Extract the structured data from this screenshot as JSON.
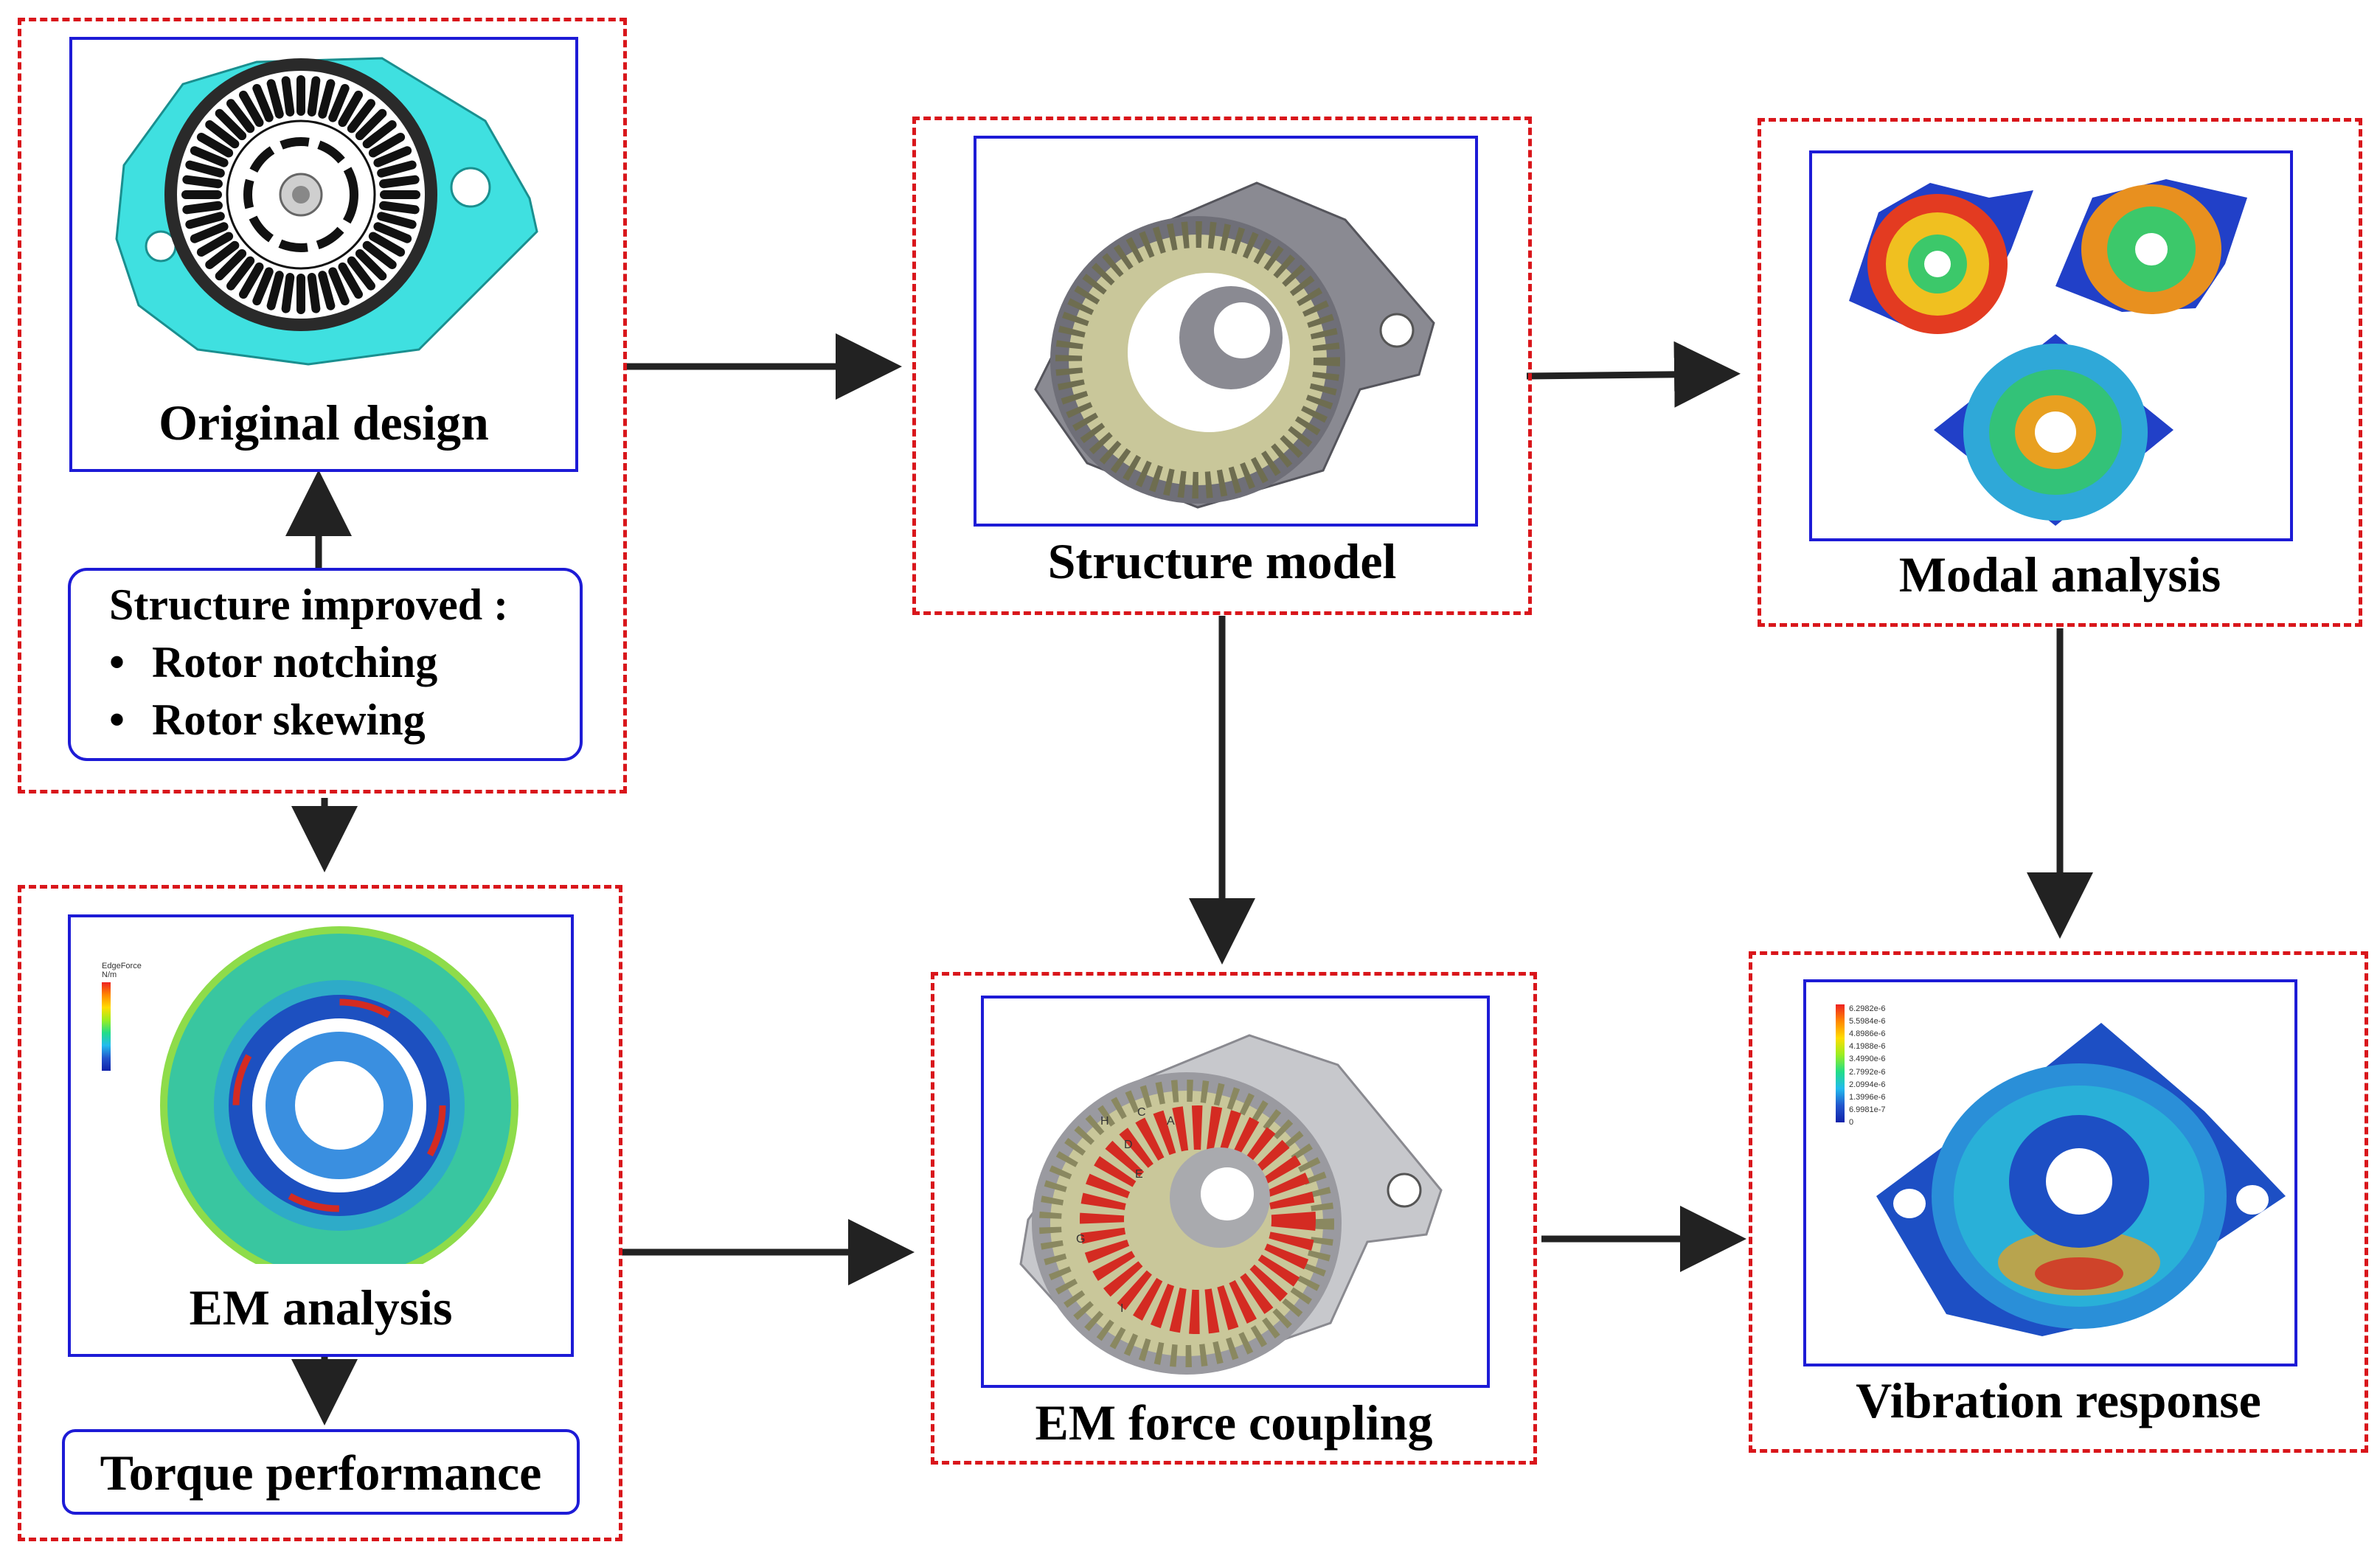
{
  "boxes": {
    "original_design": {
      "title": "Original design"
    },
    "structure_improved": {
      "title": "Structure improved :",
      "items": [
        "Rotor notching",
        "Rotor skewing"
      ]
    },
    "em_analysis": {
      "title": "EM analysis"
    },
    "torque_performance": {
      "title": "Torque performance"
    },
    "structure_model": {
      "title": "Structure model"
    },
    "em_force_coupling": {
      "title": "EM force coupling"
    },
    "modal_analysis": {
      "title": "Modal analysis"
    },
    "vibration_response": {
      "title": "Vibration response"
    }
  },
  "em_legend": {
    "title": "EdgeForce",
    "unit": "N/m"
  },
  "vibration_legend": {
    "values": [
      "6.2982e-6",
      "5.5984e-6",
      "4.8986e-6",
      "4.1988e-6",
      "3.4990e-6",
      "2.7992e-6",
      "2.0994e-6",
      "1.3996e-6",
      "6.9981e-7",
      "0"
    ]
  },
  "coupling_letters": [
    "H",
    "C",
    "A",
    "D",
    "E",
    "G",
    "I"
  ],
  "colors": {
    "dashed_border": "#d9161b",
    "panel_border": "#1d1bd6",
    "arrow": "#222222",
    "housing_cyan": "#3fe0e0",
    "mesh_gray": "#8a8a92",
    "stator_khaki": "#c9c79a",
    "coupling_red": "#d42b22"
  },
  "icons": [
    "arrow-right",
    "arrow-down",
    "arrow-up",
    "bullet-dot"
  ]
}
